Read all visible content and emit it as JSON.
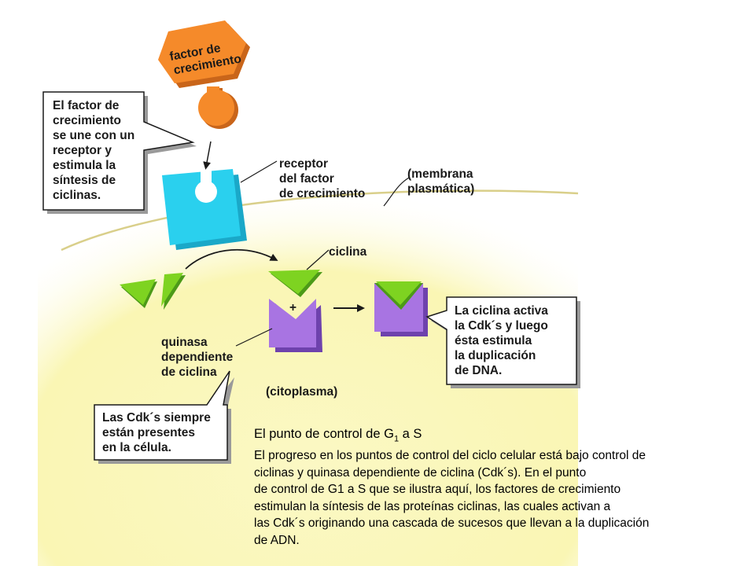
{
  "diagram": {
    "growth_factor": [
      "factor de",
      "crecimiento"
    ],
    "receptor_label": [
      "receptor",
      "del factor",
      "de crecimiento"
    ],
    "membrane_label": [
      "(membrana",
      "plasmática)"
    ],
    "cyclin_label": "ciclina",
    "kinase_label": [
      "quinasa",
      "dependiente",
      "de ciclina"
    ],
    "cytoplasm_label": "(citoplasma)",
    "plus_sign": "+",
    "callout_growth": [
      "El factor de",
      "crecimiento",
      "se une con un",
      "receptor y",
      "estimula la",
      "síntesis de",
      "ciclinas."
    ],
    "callout_active": [
      "La ciclina activa",
      "la Cdk´s y luego",
      "ésta estimula",
      "la duplicación",
      "de DNA."
    ],
    "callout_cdk": [
      "Las Cdk´s siempre",
      "están presentes",
      "en la célula."
    ],
    "colors": {
      "growth_factor": "#f58a2a",
      "receptor": "#2ad0ee",
      "cyclin": "#7ed321",
      "kinase": "#a874e2",
      "cytoplasm": "#fbf7b8"
    }
  },
  "caption": {
    "title_main": "El punto de control de G",
    "title_sub": "1",
    "title_end": " a S",
    "lines": [
      "El progreso en los puntos de control del ciclo celular está bajo control de",
      "ciclinas y quinasa dependiente de ciclina (Cdk´s). En el punto",
      "de control de G1 a S que se ilustra aquí, los factores de crecimiento",
      "estimulan la síntesis de las proteínas ciclinas, las cuales activan a",
      "las Cdk´s originando una cascada de sucesos que llevan a la duplicación",
      "de ADN."
    ]
  }
}
